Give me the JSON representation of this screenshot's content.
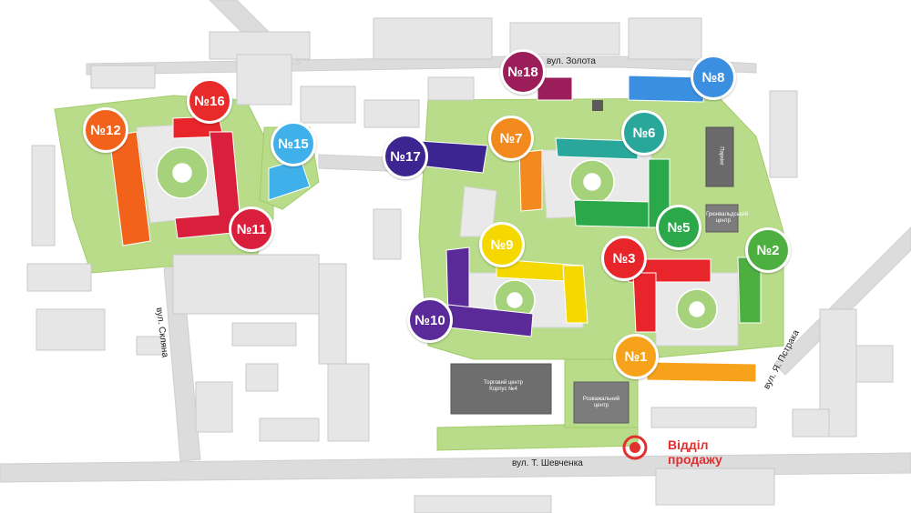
{
  "markers": [
    {
      "label": "№1",
      "color": "#f7a21b"
    },
    {
      "label": "№2",
      "color": "#4caf3f"
    },
    {
      "label": "№3",
      "color": "#e8252a"
    },
    {
      "label": "№5",
      "color": "#2aa84a"
    },
    {
      "label": "№6",
      "color": "#2aa79b"
    },
    {
      "label": "№7",
      "color": "#f28a1e"
    },
    {
      "label": "№8",
      "color": "#3b8fe0"
    },
    {
      "label": "№9",
      "color": "#f5d800"
    },
    {
      "label": "№10",
      "color": "#5a2a98"
    },
    {
      "label": "№11",
      "color": "#d91f3c"
    },
    {
      "label": "№12",
      "color": "#f2621b"
    },
    {
      "label": "№15",
      "color": "#3fb0ea"
    },
    {
      "label": "№16",
      "color": "#e82a2a"
    },
    {
      "label": "№17",
      "color": "#3c2590"
    },
    {
      "label": "№18",
      "color": "#9b1e5b"
    }
  ],
  "streets": {
    "zolota": "вул. Золота",
    "sklyana": "вул. Скляна",
    "shevchenka": "вул. Т. Шевченка",
    "pstraka": "вул. Я. Пстрака"
  },
  "buildings": {
    "mall": "Торговий центр Корпус №4",
    "entertainment": "Розважальний центр",
    "grunwald": "Грюнвальдський центр",
    "parking": "Паркінг"
  },
  "sales": {
    "line1": "Відділ",
    "line2": "продажу",
    "color": "#e03030"
  }
}
